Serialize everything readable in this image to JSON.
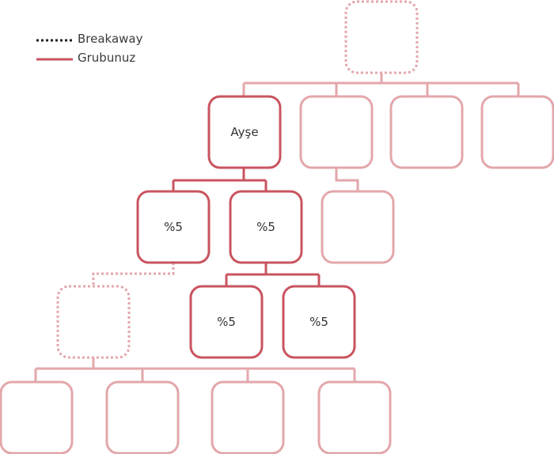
{
  "legend": {
    "dotted_label": "Breakaway",
    "solid_label": "Grubunuz"
  },
  "colors": {
    "strong": "#c9545f",
    "light": "#e3a7ab",
    "text": "#333333"
  },
  "nodes": {
    "you": "Ayşe",
    "l1_left": "%5",
    "l1_right": "%5",
    "l2_left": "%5",
    "l2_right": "%5"
  }
}
